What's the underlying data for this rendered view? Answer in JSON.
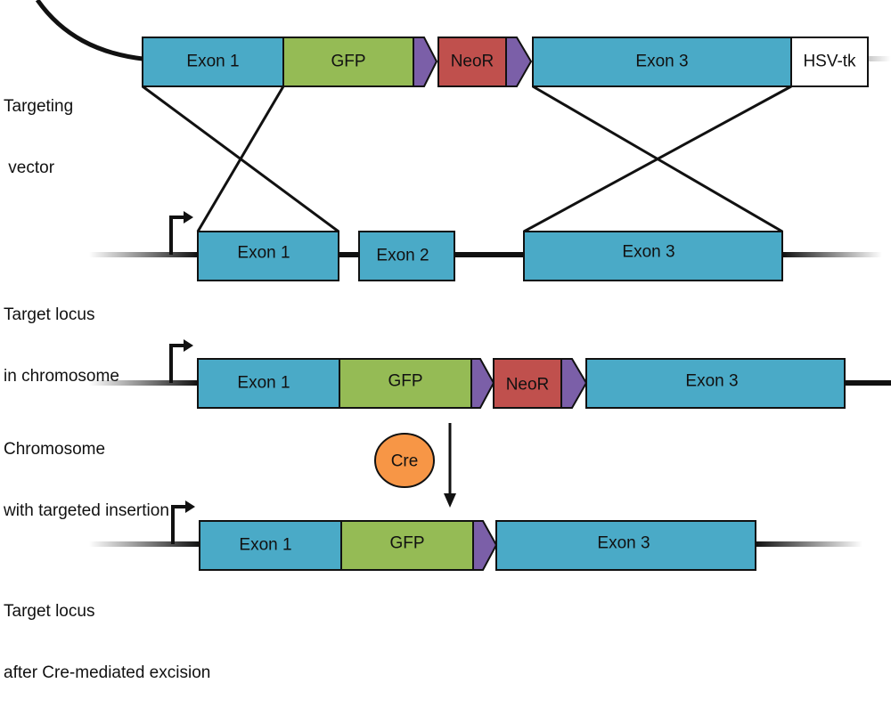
{
  "labels": {
    "vector_line1": "Targeting",
    "vector_line2": " vector",
    "locus_line1": "Target locus",
    "locus_line2": "in chromosome",
    "insertion_line1": "Chromosome",
    "insertion_line2": "with targeted insertion",
    "excision_line1": "Target locus",
    "excision_line2": "after Cre-mediated excision"
  },
  "blocks": {
    "exon1": "Exon 1",
    "exon2": "Exon 2",
    "exon3": "Exon 3",
    "gfp": "GFP",
    "neor": "NeoR",
    "hsvtk": "HSV-tk"
  },
  "enzyme": "Cre",
  "colors": {
    "exon": "#4aaac7",
    "gfp": "#95bb55",
    "neor": "#c0504d",
    "lox": "#7b5fa8",
    "hsvtk": "#ffffff",
    "cre": "#f79646",
    "outline": "#111111"
  }
}
